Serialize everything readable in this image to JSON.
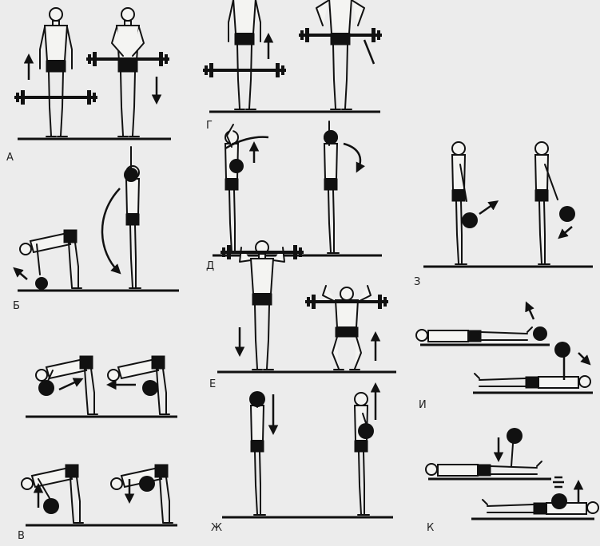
{
  "labels": {
    "a": "А",
    "b": "Б",
    "v": "В",
    "g": "Г",
    "d": "Д",
    "e": "Е",
    "zh": "Ж",
    "z": "З",
    "i": "И",
    "k": "К"
  },
  "colors": {
    "ink": "#111111",
    "paper": "#ececec"
  }
}
